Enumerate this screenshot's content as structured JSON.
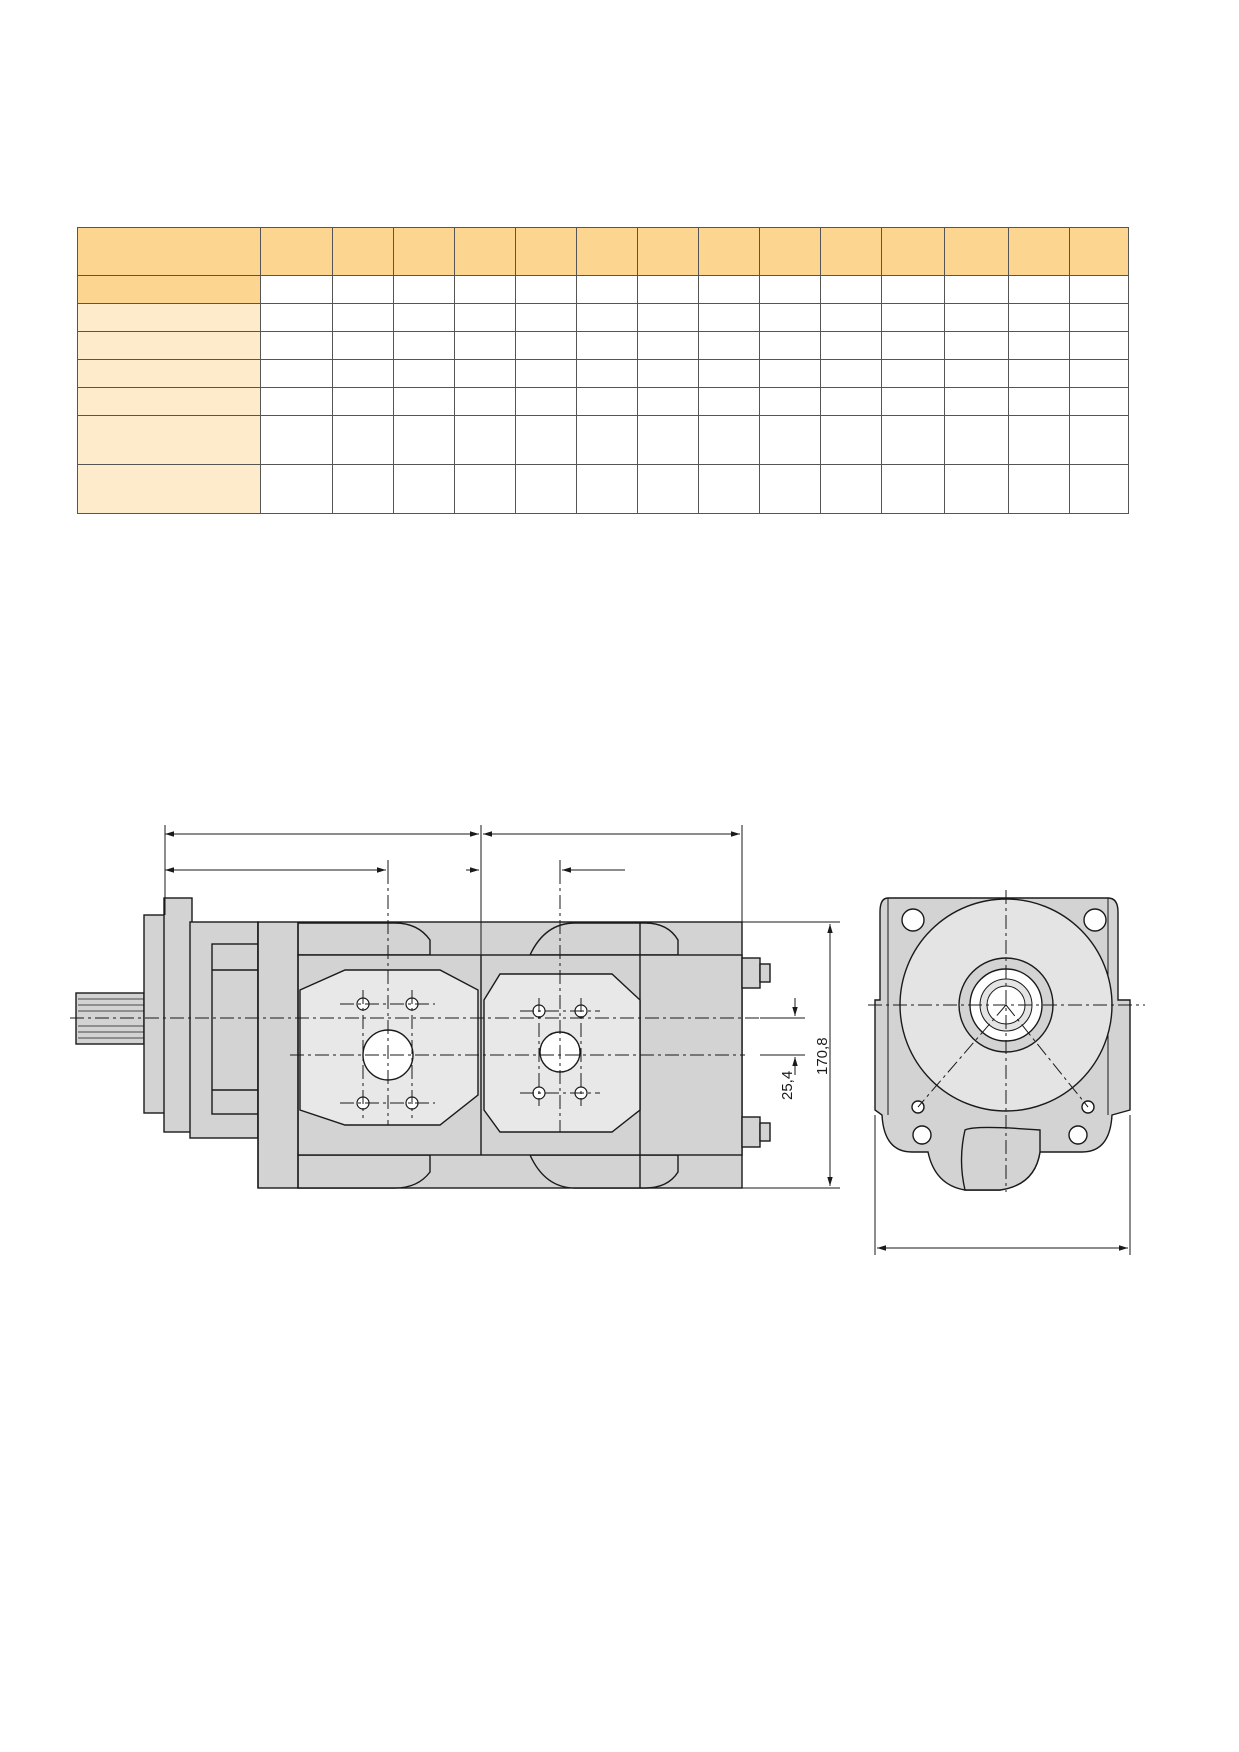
{
  "spec_table": {
    "column_count": 15,
    "row_count": 8,
    "colors": {
      "header": "#fcd591",
      "label_column": "#fdebcc",
      "border": "#555555"
    }
  },
  "drawing": {
    "dimensions": {
      "port_offset": "25,4",
      "overall_height": "170,8"
    },
    "colors": {
      "body_fill": "#d3d3d3",
      "port_plate_fill": "#e8e8e8",
      "line": "#1a1a1a"
    }
  }
}
